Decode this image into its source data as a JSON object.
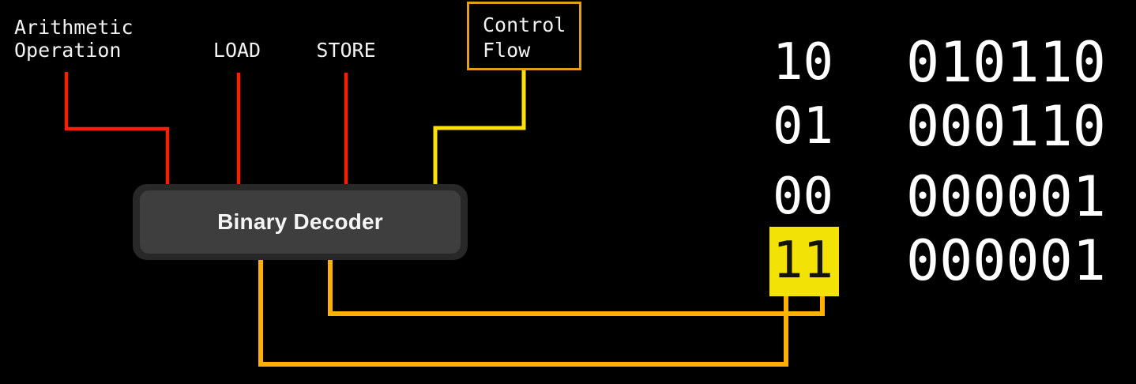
{
  "labels": {
    "arithmetic_operation": "Arithmetic\nOperation",
    "load": "LOAD",
    "store": "STORE",
    "control_flow": "Control\nFlow",
    "decoder": "Binary Decoder"
  },
  "code_table": {
    "rows": [
      {
        "opcode": "10",
        "operand": "010110",
        "highlighted": false
      },
      {
        "opcode": "01",
        "operand": "000110",
        "highlighted": false
      },
      {
        "opcode": "00",
        "operand": "000001",
        "highlighted": false
      },
      {
        "opcode": "11",
        "operand": "000001",
        "highlighted": true
      }
    ],
    "highlighted_opcode": "11"
  },
  "colors": {
    "background": "#000000",
    "wire_red": "#f42105",
    "wire_yellow": "#ffe205",
    "wire_orange": "#ffb001",
    "control_box_border": "#df9f16",
    "highlight_yellow": "#f2e205",
    "decoder_outer": "#282828",
    "decoder_inner": "#3e3e3e",
    "text_white": "#f2f2f2"
  }
}
